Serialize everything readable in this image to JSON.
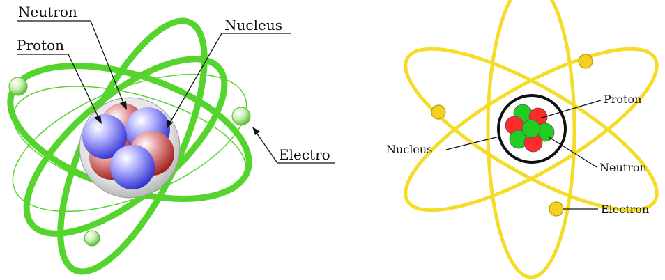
{
  "left_diagram": {
    "labels": {
      "neutron": "Neutron",
      "proton": "Proton",
      "nucleus": "Nucleus",
      "electron": "Electro"
    },
    "colors": {
      "orbit": "#55d42e",
      "electron": "#8edb6a",
      "proton": "#5c5cf0",
      "neutron": "#c43030",
      "nucleus_shell": "#c8c8c8"
    }
  },
  "right_diagram": {
    "labels": {
      "proton": "Proton",
      "nucleus": "Nucleus",
      "neutron": "Neutron",
      "electron": "Electron"
    },
    "colors": {
      "orbit": "#f5dc28",
      "electron": "#f5d020",
      "proton": "#ff2a2a",
      "neutron": "#22cc22",
      "nucleus_ring": "#111111"
    }
  }
}
